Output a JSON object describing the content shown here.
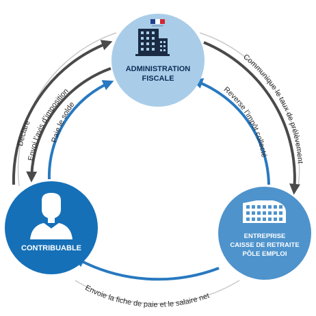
{
  "colors": {
    "admin_fill": "#a9cde9",
    "contrib_fill": "#1570b8",
    "enterprise_fill": "#4e93cc",
    "dark_arrow": "#4a4a4a",
    "blue_arrow": "#2879c0",
    "grey_arc": "#c9c9c9",
    "admin_text": "#0d2c55",
    "light_text": "#ffffff"
  },
  "nodes": {
    "administration": {
      "line1": "ADMINISTRATION",
      "line2": "FISCALE",
      "icon": "building-icon",
      "badge": "flag-icon"
    },
    "contribuable": {
      "label": "CONTRIBUABLE",
      "icon": "person-icon"
    },
    "entreprise": {
      "line1": "ENTREPRISE",
      "line2": "CAISSE DE RETRAITE",
      "line3": "PÔLE EMPLOI",
      "icon": "office-building-icon"
    }
  },
  "edges": {
    "declare": "Déclare",
    "envoi_avis": "Envoi l’avis d’imposition",
    "paie_solde": "Paie le solde",
    "communique": "Communique le taux de prélèvement",
    "reverse": "Reverse l’impôt collecté",
    "envoie_fiche": "Envoie la fiche de paie et le salaire net"
  }
}
